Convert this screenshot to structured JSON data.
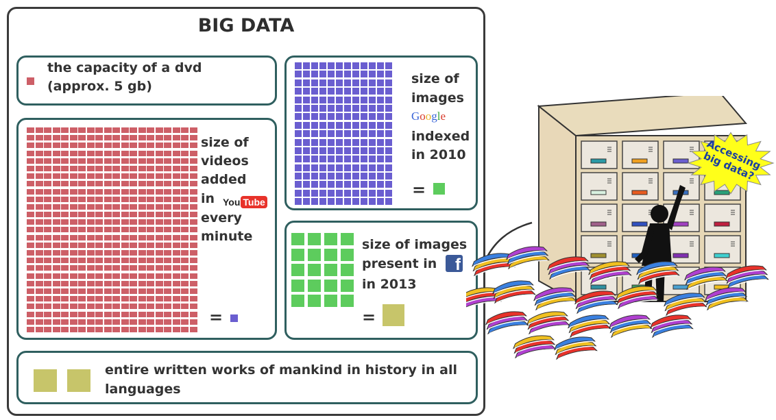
{
  "title": "BIG DATA",
  "dvd": {
    "text1": "the capacity of a dvd",
    "text2": "(approx. 5 gb)"
  },
  "youtube": {
    "lines": [
      "size of",
      "videos",
      "added"
    ],
    "in": "in",
    "logo_you": "You",
    "logo_tube": "Tube",
    "lines2": [
      "every",
      "minute"
    ],
    "equals": "="
  },
  "google": {
    "lines": [
      "size of",
      "images"
    ],
    "logo": [
      "G",
      "o",
      "o",
      "g",
      "l",
      "e"
    ],
    "lines2": [
      "indexed",
      "in 2010"
    ],
    "equals": "="
  },
  "facebook": {
    "line1": "size of images",
    "line2": "present in",
    "logo": "f",
    "line3": "in 2013",
    "equals": "="
  },
  "written": {
    "line1": "entire written works of mankind in history in all",
    "line2": "languages"
  },
  "callout": {
    "line1": "Accessing",
    "line2": "big data?"
  },
  "colors": {
    "red": "#cd5f67",
    "blue": "#6a5ed0",
    "green": "#5dcc5d",
    "olive": "#c7c56a",
    "border": "#2f5f5f",
    "star": "#ffff1a"
  }
}
